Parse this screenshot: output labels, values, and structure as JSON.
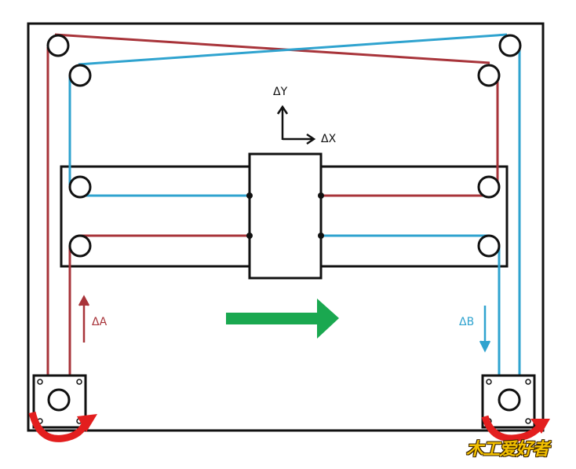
{
  "labels": {
    "delta_y": "ΔY",
    "delta_x": "ΔX",
    "delta_a": "ΔA",
    "delta_b": "ΔB"
  },
  "watermark": "木工爱好者",
  "colors": {
    "belt_a": "#a8343a",
    "belt_b": "#2fa3cf",
    "motion_arrow": "#1aa850",
    "rotation_arrow": "#e31e1e",
    "frame": "#111111"
  },
  "icons": {
    "motion": "arrow-right-icon",
    "rotation": "rotation-arrow-icon",
    "axes": "axis-arrows-icon"
  }
}
